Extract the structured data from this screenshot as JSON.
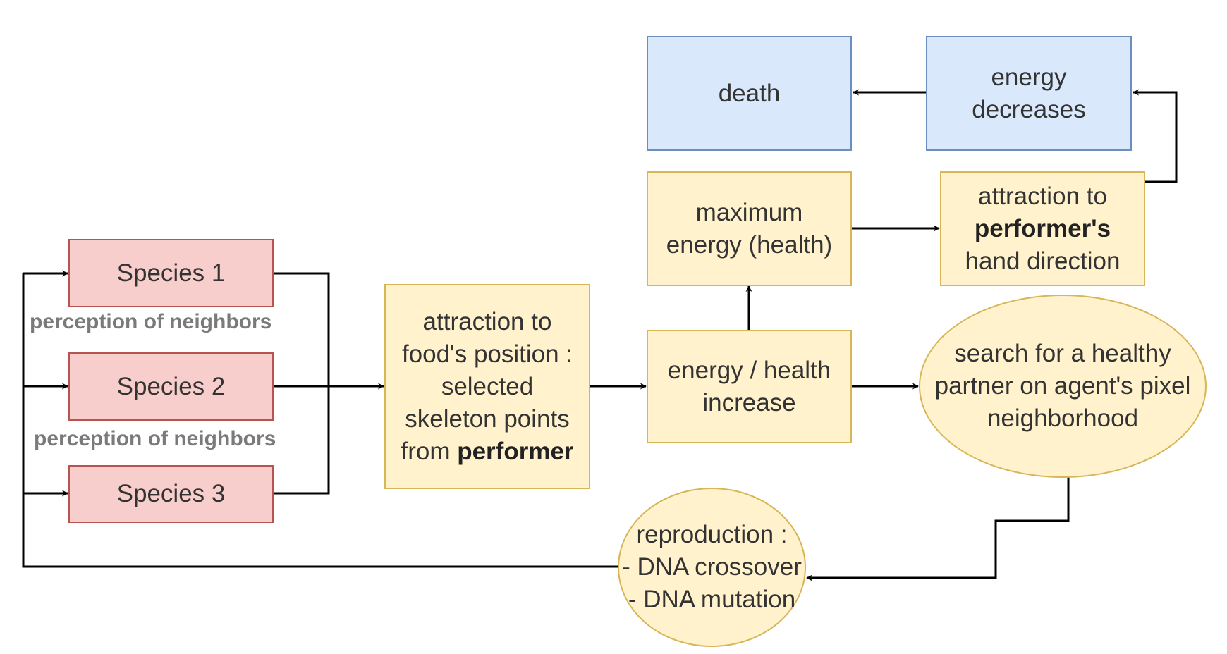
{
  "diagram": {
    "species": [
      {
        "label": "Species 1"
      },
      {
        "label": "Species 2"
      },
      {
        "label": "Species 3"
      }
    ],
    "perception_labels": [
      "perception of neighbors",
      "perception of neighbors"
    ],
    "food_attraction": {
      "lines": [
        "attraction to",
        "food's position :",
        "selected",
        "skeleton points"
      ],
      "last_line_prefix": "from ",
      "last_line_bold": "performer"
    },
    "energy_increase": {
      "lines": [
        "energy / health",
        "increase"
      ]
    },
    "max_energy": {
      "lines": [
        "maximum",
        "energy (health)"
      ]
    },
    "hand_attraction": {
      "line1": "attraction to",
      "line2_bold": "performer's",
      "line3": "hand direction"
    },
    "energy_decreases": {
      "lines": [
        "energy",
        "decreases"
      ]
    },
    "death": {
      "label": "death"
    },
    "partner_search": {
      "lines": [
        "search for a healthy",
        "partner on agent's pixel",
        "neighborhood"
      ]
    },
    "reproduction": {
      "lines": [
        "reproduction :",
        "- DNA crossover",
        "- DNA mutation"
      ]
    },
    "colors": {
      "species_fill": "#f8cecc",
      "species_stroke": "#b85450",
      "process_fill": "#fff2cc",
      "process_stroke": "#d6b656",
      "terminal_fill": "#dae8fc",
      "terminal_stroke": "#6c8ebf",
      "edge": "#000000"
    }
  }
}
